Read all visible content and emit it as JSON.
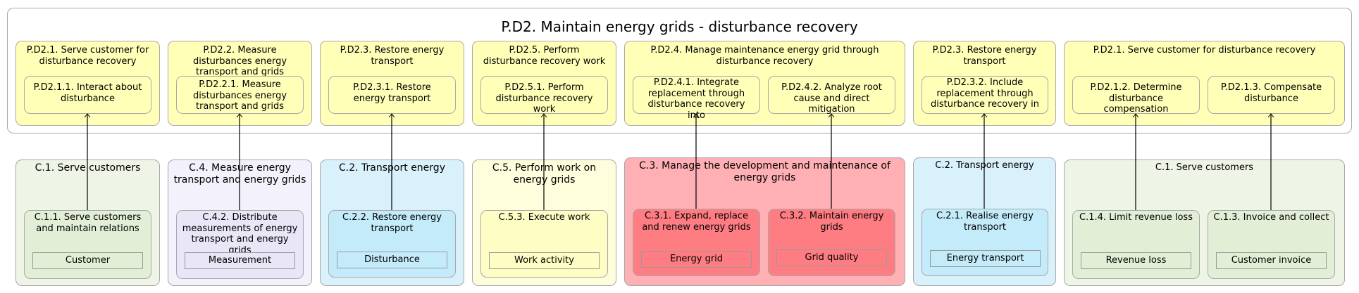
{
  "process": {
    "title": "P.D2. Maintain energy grids - disturbance recovery",
    "groups": [
      {
        "label": "P.D2.1. Serve customer for disturbance recovery",
        "activities": [
          "P.D2.1.1. Interact about disturbance"
        ]
      },
      {
        "label": "P.D2.2. Measure disturbances energy transport and grids",
        "activities": [
          "P.D2.2.1. Measure disturbances energy transport and grids"
        ]
      },
      {
        "label": "P.D2.3. Restore energy transport",
        "activities": [
          "P.D2.3.1. Restore energy transport"
        ]
      },
      {
        "label": "P.D2.5. Perform disturbance recovery work",
        "activities": [
          "P.D2.5.1. Perform disturbance recovery work"
        ]
      },
      {
        "label": "P.D2.4. Manage maintenance energy grid through disturbance recovery",
        "activities": [
          "P.D2.4.1. Integrate replacement through disturbance recovery into",
          "P.D2.4.2. Analyze root cause and direct mitigation"
        ]
      },
      {
        "label": "P.D2.3. Restore energy transport",
        "activities": [
          "P.D2.3.2. Include replacement through disturbance recovery in"
        ]
      },
      {
        "label": "P.D2.1. Serve customer for disturbance recovery",
        "activities": [
          "P.D2.1.2. Determine disturbance compensation",
          "P.D2.1.3. Compensate disturbance"
        ]
      }
    ]
  },
  "capabilities": [
    {
      "label": "C.1. Serve customers",
      "children": [
        {
          "label": "C.1.1. Serve customers and maintain relations",
          "entity": "Customer"
        }
      ]
    },
    {
      "label": "C.4. Measure energy transport and energy grids",
      "children": [
        {
          "label": "C.4.2. Distribute measurements of energy transport and energy grids",
          "entity": "Measurement"
        }
      ]
    },
    {
      "label": "C.2. Transport energy",
      "children": [
        {
          "label": "C.2.2. Restore energy transport",
          "entity": "Disturbance"
        }
      ]
    },
    {
      "label": "C.5. Perform work on energy grids",
      "children": [
        {
          "label": "C.5.3. Execute work",
          "entity": "Work activity"
        }
      ]
    },
    {
      "label": "C.3. Manage the development and maintenance of energy grids",
      "children": [
        {
          "label": "C.3.1. Expand, replace and renew energy grids",
          "entity": "Energy grid"
        },
        {
          "label": "C.3.2. Maintain energy grids",
          "entity": "Grid quality"
        }
      ]
    },
    {
      "label": "C.2. Transport energy",
      "children": [
        {
          "label": "C.2.1. Realise energy transport",
          "entity": "Energy transport"
        }
      ]
    },
    {
      "label": "C.1. Serve customers",
      "children": [
        {
          "label": "C.1.4. Limit revenue loss",
          "entity": "Revenue loss"
        },
        {
          "label": "C.1.3. Invoice and collect",
          "entity": "Customer invoice"
        }
      ]
    }
  ],
  "colors": {
    "process_frame": "#ffffff",
    "process_group": "#ffffb8",
    "c1_outer": "#eef5e6",
    "c1_inner": "#e2efd6",
    "c4_outer": "#f3f1fb",
    "c4_inner": "#e9e6f8",
    "c2_outer": "#d9f1fb",
    "c2_inner": "#c3ebfa",
    "c5_outer": "#fefedd",
    "c5_inner": "#fdfdc4",
    "c3_outer": "#ffb0b5",
    "c3_inner": "#fe7d83"
  }
}
